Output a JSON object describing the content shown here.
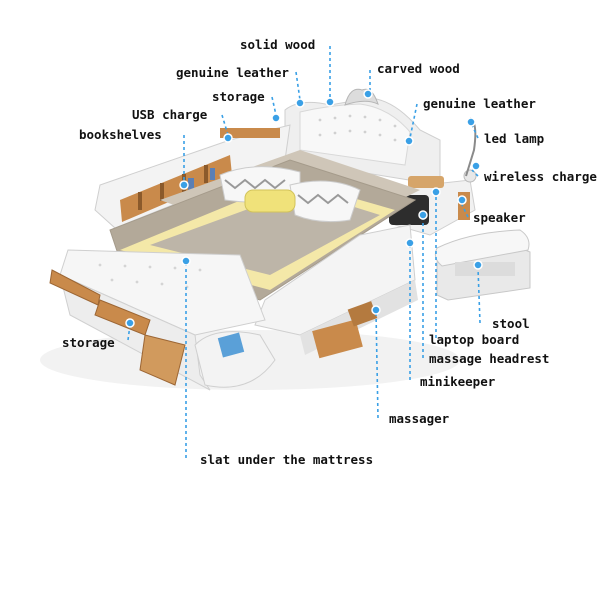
{
  "diagram": {
    "labels": {
      "solid_wood": "solid wood",
      "carved_wood": "carved wood",
      "genuine_leather_left": "genuine leather",
      "genuine_leather_right": "genuine leather",
      "storage_top": "storage",
      "usb_charge": "USB charge",
      "bookshelves": "bookshelves",
      "led_lamp": "led lamp",
      "wireless_charge": "wireless charge",
      "speaker": "speaker",
      "stool": "stool",
      "laptop_board": "laptop board",
      "massage_headrest": "massage headrest",
      "minikeeper": "minikeeper",
      "massager": "massager",
      "storage_left": "storage",
      "slat": "slat under the mattress"
    }
  },
  "colors": {
    "leader": "#3aa0e6",
    "leather": "#eeeeee",
    "wood": "#c98a4b",
    "mattress": "#b0a89c",
    "text": "#111111"
  }
}
